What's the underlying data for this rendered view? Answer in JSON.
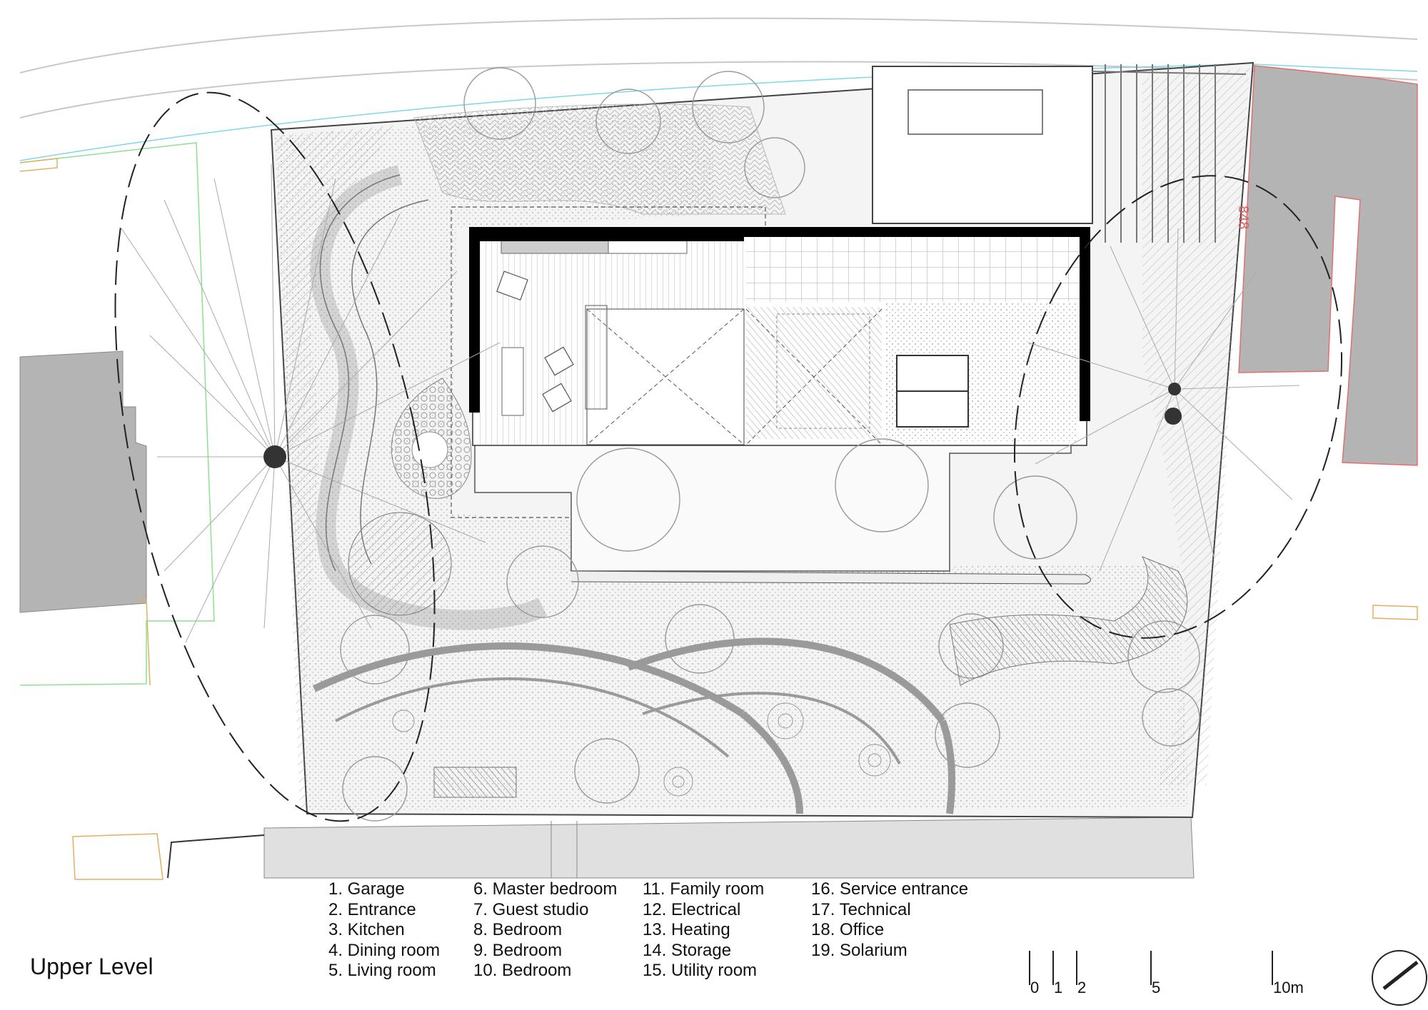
{
  "title": "Upper Level",
  "plot_number": "848",
  "legend": {
    "columns": [
      [
        "1. Garage",
        "2. Entrance",
        "3. Kitchen",
        "4. Dining room",
        "5. Living room"
      ],
      [
        "6. Master bedroom",
        "7. Guest studio",
        "8. Bedroom",
        "9. Bedroom",
        "10. Bedroom"
      ],
      [
        "11. Family room",
        "12. Electrical",
        "13. Heating",
        "14. Storage",
        "15. Utility room"
      ],
      [
        "16. Service entrance",
        "17. Technical",
        "18. Office",
        "19. Solarium"
      ]
    ]
  },
  "scale_bar": {
    "labels": [
      "0",
      "1",
      "2",
      "5",
      "10m"
    ]
  },
  "colors": {
    "neighbor_building": "#b4b4b4",
    "line": "#8a8a8a",
    "wall": "#000000",
    "property_line_green": "#8fe08f",
    "property_line_red": "#e07070",
    "property_line_cyan": "#7fd7e8",
    "property_line_orange": "#e0b060"
  }
}
